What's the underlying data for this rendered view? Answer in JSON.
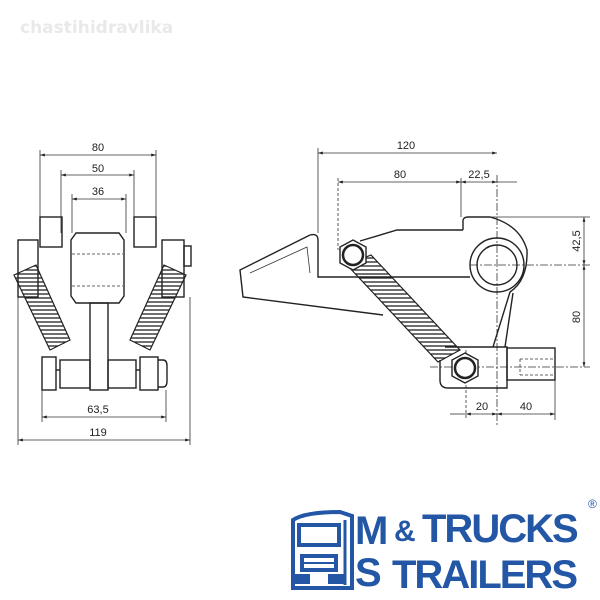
{
  "watermark": "chastihidravlika",
  "front_view": {
    "dims": {
      "top_outer": "80",
      "top_middle": "50",
      "top_inner": "36",
      "bolt_length": "63,5",
      "overall_width": "119"
    }
  },
  "side_view": {
    "dims": {
      "overall_length": "120",
      "pin_offset": "80",
      "eye_offset": "22,5",
      "eye_height": "42,5",
      "eye_to_pin": "80",
      "nut_to_center": "20",
      "pin_length": "40"
    }
  },
  "logo": {
    "letter_m": "M",
    "letter_s": "S",
    "word1": "TRUCKS",
    "ampersand": "&",
    "word2": "TRAILERS",
    "registered": "®",
    "color": "#2357a6"
  }
}
